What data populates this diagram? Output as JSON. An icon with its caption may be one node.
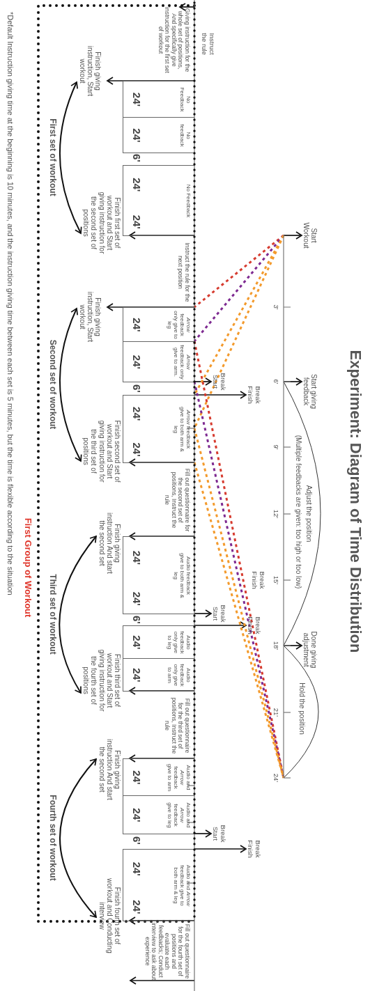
{
  "diagram": {
    "title": "Experiment: Diagram of Time Distribution",
    "nodes": [
      {
        "text": [
          "First Group of Workout"
        ]
      },
      {
        "text": [
          "Start Workout"
        ]
      },
      {
        "text": [
          "Start giving feedback"
        ]
      },
      {
        "text": [
          "Done giving adjustment"
        ]
      },
      {
        "text": [
          "Break Start"
        ]
      },
      {
        "text": [
          "Break Finish"
        ]
      },
      {
        "text": [
          "Break Start"
        ]
      },
      {
        "text": [
          "Break Finish"
        ]
      },
      {
        "text": [
          "Break Start"
        ]
      },
      {
        "text": [
          "Break Finish"
        ]
      },
      {
        "text": [
          "Giving instruction for the whole set of positions, And specifically give instruction for the first set of workout"
        ],
        "in": 0
      },
      {
        "text": [
          "No Feedback",
          "24'"
        ],
        "in": 0
      },
      {
        "text": [
          "No feedback",
          "24'"
        ],
        "in": 0
      },
      {
        "text": [
          "No Feedback",
          "24'",
          "24'"
        ],
        "in": 0
      },
      {
        "text": [
          "Instruct the rule for the next position"
        ],
        "in": 0
      },
      {
        "text": [
          "*Arrow* feedback only give to leg",
          "24'"
        ],
        "in": 0
      },
      {
        "text": [
          "*Arrow* feedback only give to arm.",
          "24'"
        ],
        "in": 0
      },
      {
        "text": [
          "*Arrow* feedback give to both arm & leg",
          "24'",
          "24'"
        ],
        "in": 0
      },
      {
        "text": [
          "Fill out questionnaire for the second set of positions, Instruct the rule"
        ],
        "in": 0
      },
      {
        "text": [
          "Audio feedback give to both arm & leg",
          "24'",
          "24'"
        ],
        "in": 0
      },
      {
        "text": [
          "Audio feedback only give to leg",
          "24'"
        ],
        "in": 0
      },
      {
        "text": [
          "Audio feedback only give to arm",
          "24'"
        ],
        "in": 0
      },
      {
        "text": [
          "Fill out questionnaire for the third set of positions, Instruct the rule"
        ],
        "in": 0
      },
      {
        "text": [
          "Audio and *Arrow* feedback give to arm",
          "24'"
        ],
        "in": 0
      },
      {
        "text": [
          "Audio and *Arrow* feedback give to leg",
          "24'"
        ],
        "in": 0
      },
      {
        "text": [
          "Audio and *Arrow* feedback give to both arm & leg",
          "24'",
          "24'"
        ],
        "in": 0
      },
      {
        "text": [
          "Fill out questionnaire for the fourth set of positions and evaluate each feedbacks; Conduct interview to ask about experience"
        ]
      },
      {
        "text": [
          "Finish giving instruction, Start workout"
        ],
        "in": 0
      },
      {
        "text": [
          "Finish first set of workout and Start giving instruction for the second set of positions"
        ],
        "in": 0
      },
      {
        "text": [
          "Finish giving instruction, Start workout"
        ],
        "in": 0
      },
      {
        "text": [
          "Finish second set of workout and Start giving instruction for the third set of positions"
        ],
        "in": 0
      },
      {
        "text": [
          "Finish giving instruction And start the second set"
        ],
        "in": 0
      },
      {
        "text": [
          "Finish third set of workout and Start giving instruction for the fourth set of positions"
        ],
        "in": 0
      },
      {
        "text": [
          "Finish giving instruction And start the second set"
        ],
        "in": 0
      },
      {
        "text": [
          "Finish fourth set of workout and Conducting interview"
        ]
      },
      {
        "text": [],
        "shape": "line"
      },
      {
        "text": [],
        "shape": "line",
        "beside": [
          "3'",
          "6'",
          "9'",
          "12'",
          "15'",
          "18'",
          "21'",
          "24'"
        ]
      }
    ],
    "edges": [
      {
        "from": 35,
        "to": 27,
        "arrow": "to"
      },
      {
        "from": 35,
        "to": 28,
        "arrow": "to"
      },
      {
        "from": 35,
        "to": 29,
        "arrow": "to"
      },
      {
        "from": 35,
        "to": 30,
        "arrow": "to"
      },
      {
        "from": 35,
        "to": 31,
        "arrow": "to"
      },
      {
        "from": 35,
        "to": 32,
        "arrow": "to"
      },
      {
        "from": 35,
        "to": 33,
        "arrow": "to"
      },
      {
        "from": 35,
        "to": 34,
        "arrow": "to"
      },
      {
        "from": 35,
        "to": 10,
        "arrow": "to"
      },
      {
        "from": 35,
        "to": 26,
        "arrow": "to"
      },
      {
        "from": 35,
        "to": 4,
        "arrow": "to"
      },
      {
        "from": 35,
        "to": 5,
        "arrow": "to"
      },
      {
        "from": 35,
        "to": 6,
        "arrow": "to"
      },
      {
        "from": 35,
        "to": 7,
        "arrow": "to"
      },
      {
        "from": 35,
        "to": 8,
        "arrow": "to"
      },
      {
        "from": 35,
        "to": 9,
        "arrow": "to"
      },
      {
        "from": 36,
        "to": 1,
        "arrow": "to"
      },
      {
        "from": 36,
        "to": 2,
        "arrow": "to"
      },
      {
        "from": 36,
        "to": 3,
        "arrow": "to"
      },
      {
        "from": 36,
        "to": 15,
        "arrow": "none",
        "style": "dashed",
        "color": "#d63b2f"
      },
      {
        "from": 36,
        "to": 16,
        "arrow": "none",
        "style": "dashed",
        "color": "#7e2a91"
      },
      {
        "from": 36,
        "to": 17,
        "arrow": "none",
        "style": "dashed",
        "color": "#f39a2c"
      },
      {
        "from": 36,
        "to": 17,
        "arrow": "none",
        "style": "dashed",
        "color": "#f39a2c"
      },
      {
        "from": 15,
        "to": 36,
        "arrow": "none",
        "style": "dashed",
        "color": "#d63b2f"
      },
      {
        "from": 16,
        "to": 36,
        "arrow": "none",
        "style": "dashed",
        "color": "#7e2a91"
      },
      {
        "from": 17,
        "to": 36,
        "arrow": "none",
        "style": "dashed",
        "color": "#f39a2c"
      },
      {
        "from": 17,
        "to": 36,
        "arrow": "none",
        "style": "dashed",
        "color": "#f39a2c"
      },
      {
        "from": 27,
        "to": 28,
        "arrow": "both",
        "label": "First set of workout"
      },
      {
        "from": 29,
        "to": 30,
        "arrow": "both",
        "label": "Second set of workout"
      },
      {
        "from": 31,
        "to": 32,
        "arrow": "both",
        "label": "Third set of workout"
      },
      {
        "from": 33,
        "to": 34,
        "arrow": "both",
        "label": "Fourth set of workout"
      }
    ],
    "labels": [
      "Instruct the rule",
      "Adjust the position",
      "(Multiple feedbacks are given: too high or too low)",
      "Hold the position",
      "Break Finish",
      "6'",
      "6'",
      "6'",
      "6'",
      "*Default Instruction giving time at the beginning is 10 minutes, and the instruction giving time between each set is 5 minutes, but the time is flexible according to the situation"
    ]
  }
}
